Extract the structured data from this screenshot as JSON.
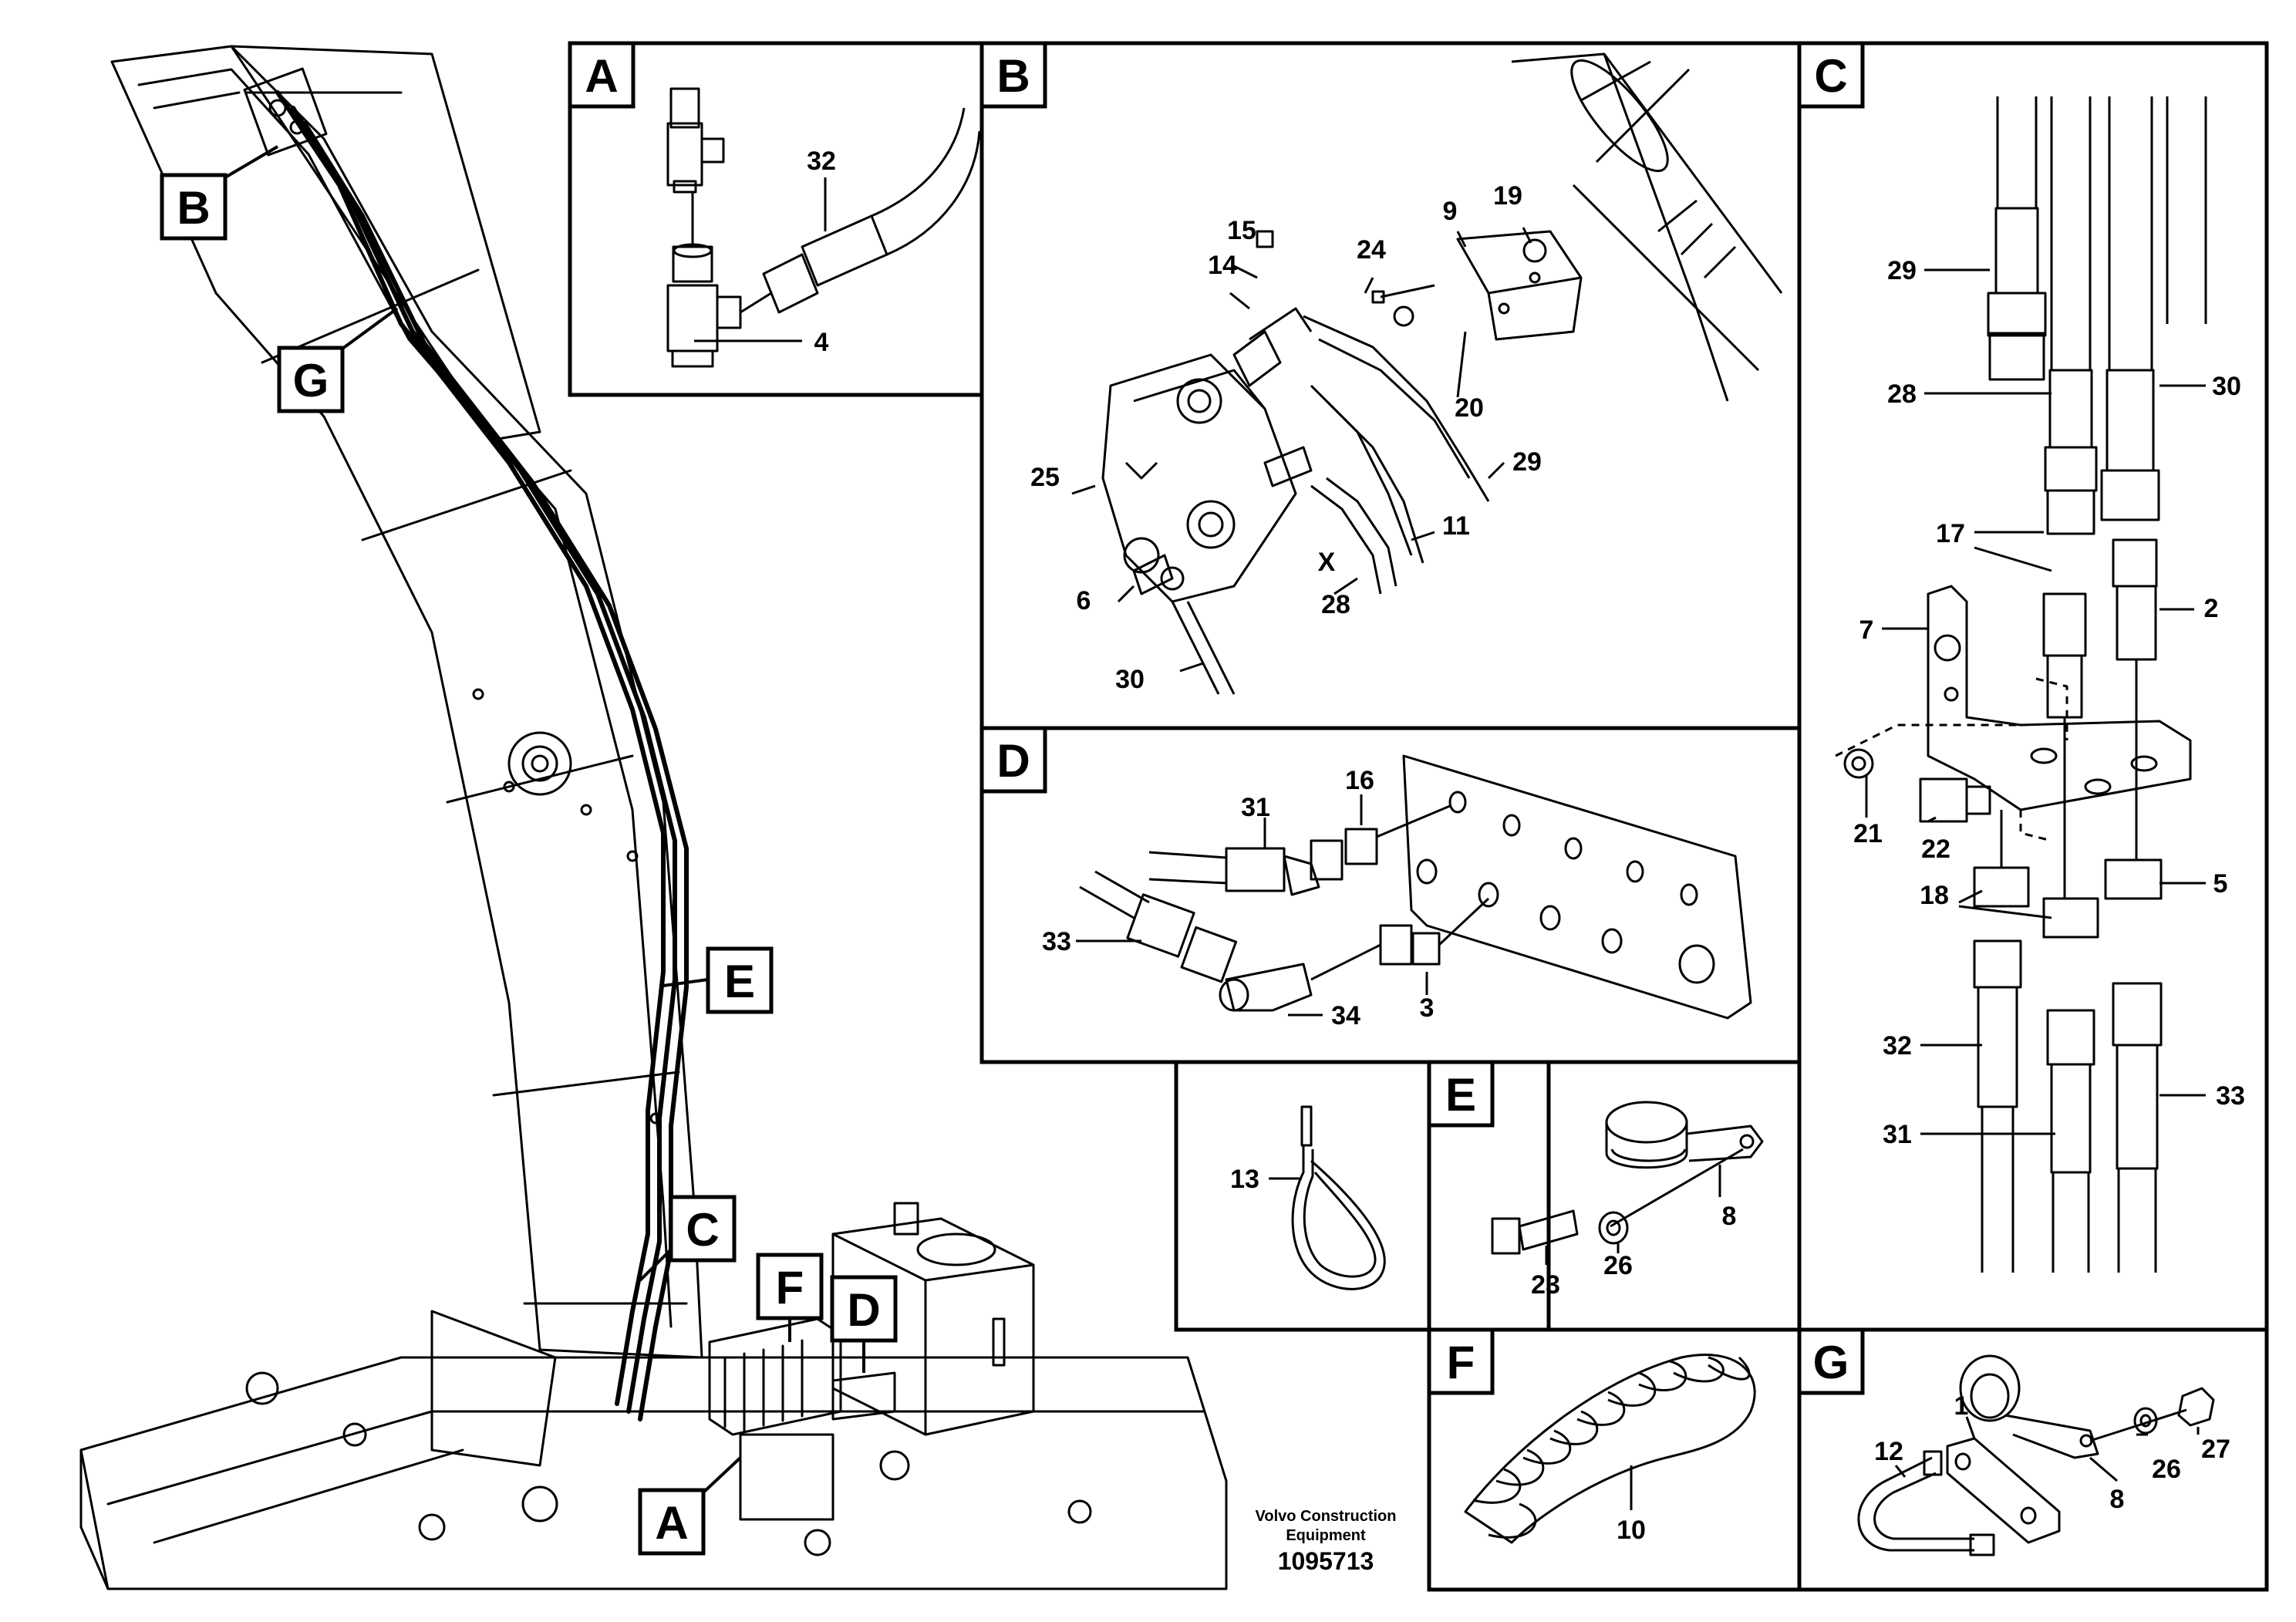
{
  "footer": {
    "company_line1": "Volvo Construction",
    "company_line2": "Equipment",
    "doc_number": "1095713"
  },
  "callouts": [
    "A",
    "B",
    "C",
    "D",
    "E",
    "F",
    "G"
  ],
  "panels": {
    "A": {
      "letter": "A",
      "labels": [
        "32",
        "4"
      ]
    },
    "B": {
      "letter": "B",
      "labels": [
        "15",
        "24",
        "9",
        "19",
        "14",
        "20",
        "29",
        "25",
        "11",
        "X",
        "6",
        "28",
        "30"
      ]
    },
    "C": {
      "letter": "C",
      "labels": [
        "29",
        "28",
        "30",
        "17",
        "2",
        "7",
        "21",
        "22",
        "5",
        "18",
        "32",
        "33",
        "31"
      ]
    },
    "D": {
      "letter": "D",
      "labels": [
        "31",
        "16",
        "33",
        "34",
        "3"
      ]
    },
    "E": {
      "letter": "E",
      "labels": [
        "8",
        "23",
        "26"
      ]
    },
    "F": {
      "letter": "F",
      "labels": [
        "10"
      ]
    },
    "G": {
      "letter": "G",
      "labels": [
        "1",
        "12",
        "26",
        "27",
        "8"
      ]
    },
    "H": {
      "labels": [
        "13"
      ]
    }
  }
}
